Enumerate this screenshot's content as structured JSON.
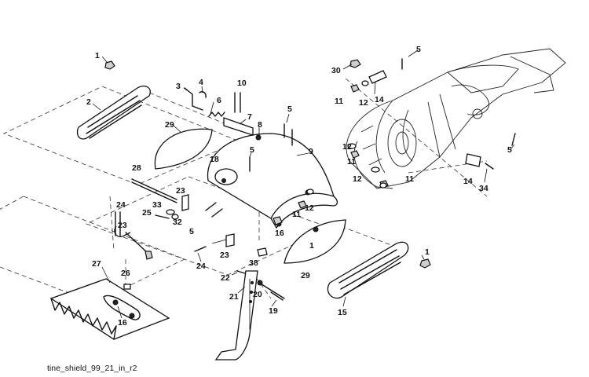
{
  "caption": "tine_shield_99_21_in_r2",
  "callouts": {
    "c1a": "1",
    "c1b": "1",
    "c1c": "1",
    "c2": "2",
    "c3": "3",
    "c4": "4",
    "c5a": "5",
    "c5b": "5",
    "c5c": "5",
    "c5d": "5",
    "c5e": "5",
    "c6": "6",
    "c7": "7",
    "c8": "8",
    "c9": "9",
    "c10": "10",
    "c11a": "11",
    "c11b": "11",
    "c11c": "11",
    "c11d": "11",
    "c12a": "12",
    "c12b": "12",
    "c12c": "12",
    "c12d": "12",
    "c14a": "14",
    "c14b": "14",
    "c15": "15",
    "c16a": "16",
    "c16b": "16",
    "c18": "18",
    "c19": "19",
    "c20": "20",
    "c21": "21",
    "c22": "22",
    "c23a": "23",
    "c23b": "23",
    "c23c": "23",
    "c24a": "24",
    "c24b": "24",
    "c25": "25",
    "c26": "26",
    "c27": "27",
    "c28": "28",
    "c29a": "29",
    "c29b": "29",
    "c30": "30",
    "c32": "32",
    "c33": "33",
    "c34": "34",
    "c38": "38"
  }
}
